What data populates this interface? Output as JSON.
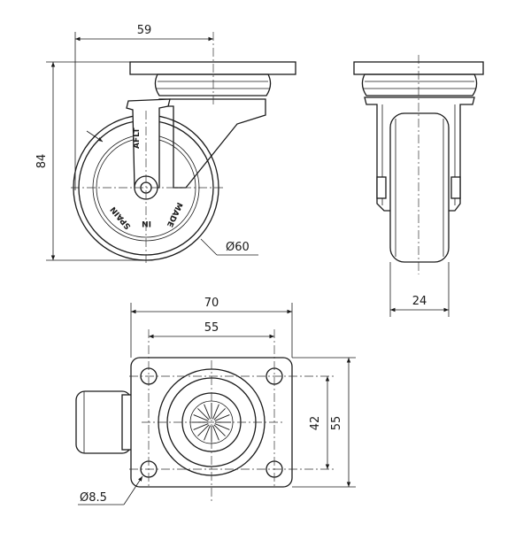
{
  "dimensions": {
    "side_plate_offset": "59",
    "total_height": "84",
    "wheel_diameter": "Ø60",
    "wheel_width": "24",
    "plate_width": "70",
    "hole_spacing_x": "55",
    "hole_spacing_y": "42",
    "plate_height": "55",
    "hole_diameter": "Ø8.5"
  },
  "wheel_markings": {
    "brand": "AFLT",
    "origin_line1": "MADE",
    "origin_line2": "IN",
    "origin_line3": "SPAIN"
  }
}
